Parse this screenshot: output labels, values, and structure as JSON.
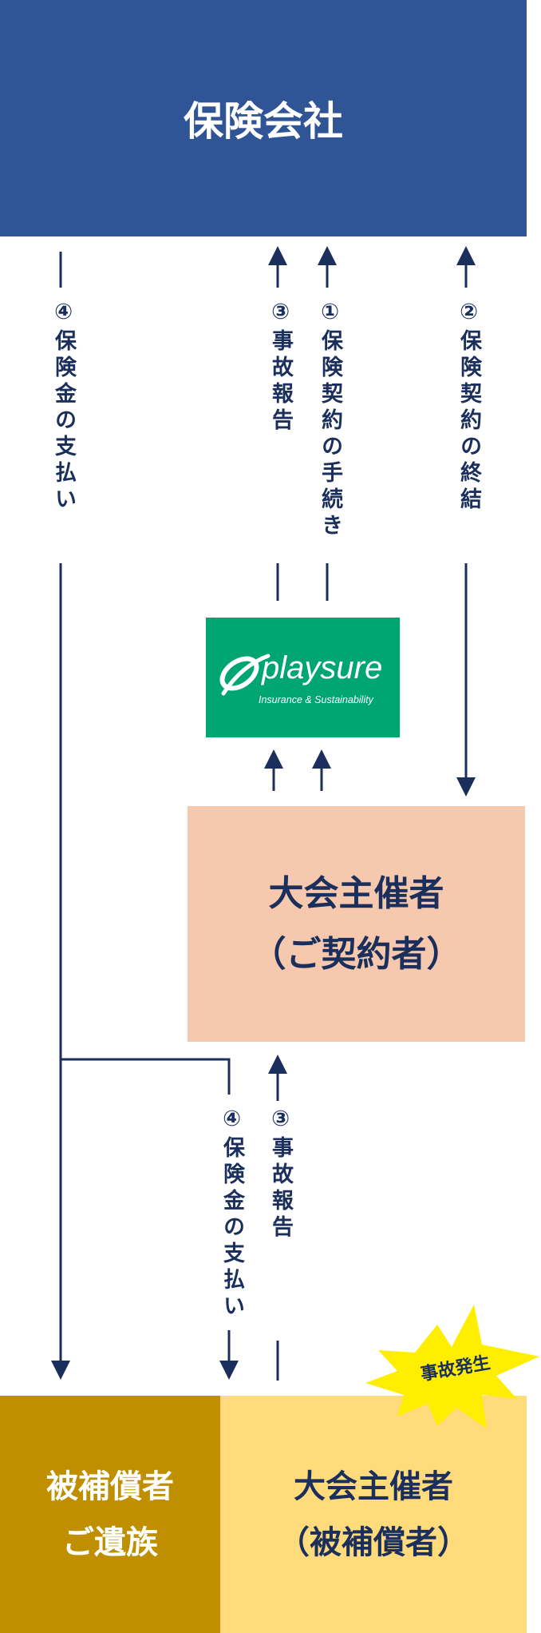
{
  "insurer": {
    "label": "保険会社"
  },
  "brand": {
    "name": "playsure",
    "tagline": "Insurance & Sustainability"
  },
  "organizer": {
    "line1": "大会主催者",
    "line2": "（ご契約者）"
  },
  "family": {
    "line1": "被補償者",
    "line2": "ご遺族"
  },
  "insured": {
    "line1": "大会主催者",
    "line2": "（被補償者）"
  },
  "badge": {
    "label": "事故発生"
  },
  "flows": {
    "payment_top": "④保険金の支払い",
    "accident_report_top": "③事故報告",
    "contract_procedure": "①保険契約の手続き",
    "contract_conclusion": "②保険契約の終結",
    "payment_bottom": "④保険金の支払い",
    "accident_report_bottom": "③事故報告"
  },
  "colors": {
    "navy": "#1a2f5c",
    "insurer_blue": "#2f5597",
    "peach": "#f6c8ae",
    "gold": "#bf8f00",
    "light_yellow": "#ffdb7b",
    "green": "#00a671",
    "burst_yellow": "#ffee00"
  }
}
